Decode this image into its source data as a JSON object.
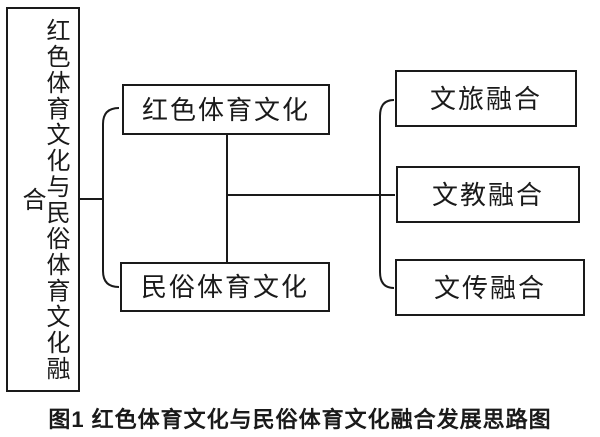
{
  "diagram": {
    "type": "flowchart",
    "root": {
      "label": "红色体育文化与民俗体育文化融合",
      "orientation": "vertical-text"
    },
    "middle_nodes": [
      {
        "label": "红色体育文化"
      },
      {
        "label": "民俗体育文化"
      }
    ],
    "outcome_nodes": [
      {
        "label": "文旅融合"
      },
      {
        "label": "文教融合"
      },
      {
        "label": "文传融合"
      }
    ],
    "caption": "图1 红色体育文化与民俗体育文化融合发展思路图",
    "connections": [
      "root -> 红色体育文化",
      "root -> 民俗体育文化",
      "红色体育文化 <-> 民俗体育文化",
      "middle-group -> 文旅融合",
      "middle-group -> 文教融合",
      "middle-group -> 文传融合"
    ]
  },
  "colors": {
    "line": "#1a1a1a",
    "text": "#1a1a1a",
    "background": "#ffffff"
  }
}
